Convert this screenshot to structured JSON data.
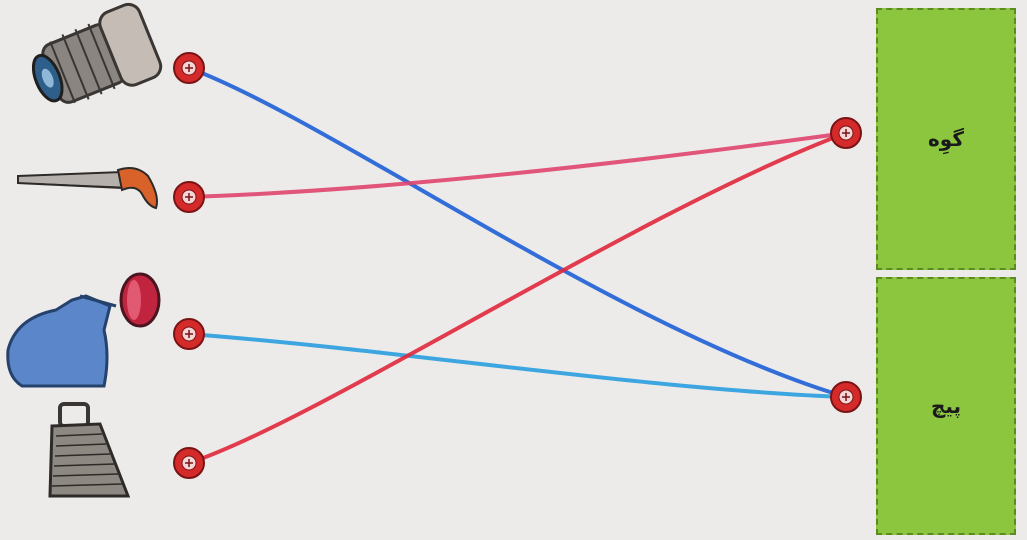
{
  "labels": [
    {
      "id": "nut",
      "text": "گوِه"
    },
    {
      "id": "screw",
      "text": "پیچ"
    }
  ],
  "items": [
    {
      "icon": "lightbulb-base-icon"
    },
    {
      "icon": "saw-icon"
    },
    {
      "icon": "bottle-with-cap-icon"
    },
    {
      "icon": "grater-icon"
    }
  ],
  "connections": [
    {
      "from_item": 0,
      "to_label": 1,
      "color": "#1f5fd6"
    },
    {
      "from_item": 1,
      "to_label": 0,
      "color": "#e0456e"
    },
    {
      "from_item": 2,
      "to_label": 1,
      "color": "#2a9ee0"
    },
    {
      "from_item": 3,
      "to_label": 0,
      "color": "#e0283c"
    }
  ],
  "colors": {
    "background": "#ecebea",
    "label_box": "#8cc63f",
    "connector": "#d42a2a"
  }
}
